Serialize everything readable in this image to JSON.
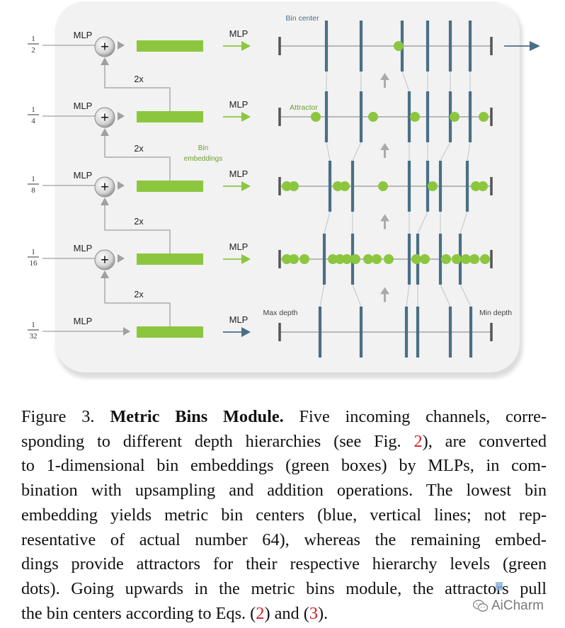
{
  "figure": {
    "levels": [
      {
        "num": "1",
        "den": "2",
        "mlp_in": "MLP",
        "mlp_out": "MLP",
        "upsample": "2x"
      },
      {
        "num": "1",
        "den": "4",
        "mlp_in": "MLP",
        "mlp_out": "MLP",
        "upsample": "2x"
      },
      {
        "num": "1",
        "den": "8",
        "mlp_in": "MLP",
        "mlp_out": "MLP",
        "upsample": "2x"
      },
      {
        "num": "1",
        "den": "16",
        "mlp_in": "MLP",
        "mlp_out": "MLP",
        "upsample": "2x"
      },
      {
        "num": "1",
        "den": "32",
        "mlp_in": "MLP",
        "mlp_out": "MLP"
      }
    ],
    "labels": {
      "bin_center": "Bin center",
      "attractor": "Attractor",
      "bin_embeddings_1": "Bin",
      "bin_embeddings_2": "embeddings",
      "max_depth": "Max depth",
      "min_depth": "Min depth"
    },
    "colors": {
      "green": "#8cc63f",
      "blue": "#4a6f87",
      "gray": "#a0a0a0",
      "panel": "#f2f2f2"
    }
  },
  "caption": {
    "line1_prefix": "Figure 3.",
    "line1_title": "Metric Bins Module.",
    "line1_rest": "Five incoming channels, corre-",
    "line2_a": "sponding to different depth hierarchies (see Fig.",
    "line2_ref": "2",
    "line2_b": "), are converted",
    "line3": "to 1-dimensional bin embeddings (green boxes) by MLPs, in com-",
    "line4": "bination with upsampling and addition operations. The lowest bin",
    "line5": "embedding yields metric bin centers (blue, vertical lines; not rep-",
    "line6": "resentative of actual number 64), whereas the remaining embed-",
    "line7": "dings provide attractors for their respective hierarchy levels (green",
    "line8": "dots). Going upwards in the metric bins module, the attractors pull",
    "line9_a": "the bin centers according to Eqs. (",
    "line9_ref1": "2",
    "line9_b": ") and (",
    "line9_ref2": "3",
    "line9_c": ")."
  },
  "watermark": {
    "text": "AiCharm",
    "icon": "wechat-icon"
  }
}
